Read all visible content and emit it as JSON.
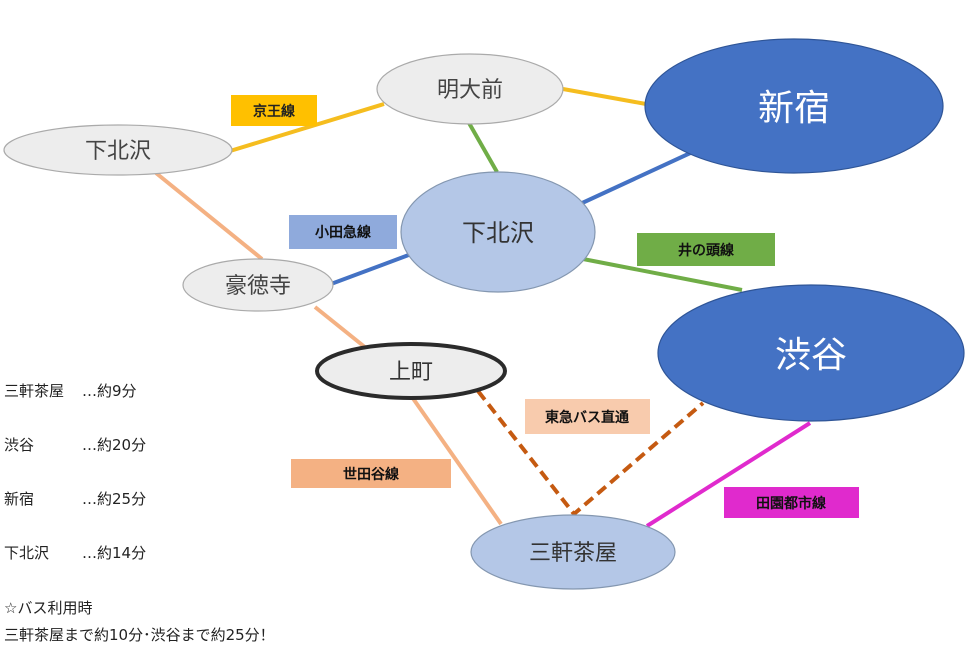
{
  "stations": {
    "shimokitazawa_left": "下北沢",
    "meidaimae": "明大前",
    "shinjuku": "新宿",
    "shimokitazawa_center": "下北沢",
    "gotokuji": "豪徳寺",
    "shibuya": "渋谷",
    "kamimachi": "上町",
    "sangenjaya": "三軒茶屋"
  },
  "lines": {
    "keio": "京王線",
    "odakyu": "小田急線",
    "inokashira": "井の頭線",
    "tokyu_bus": "東急バス直通",
    "setagaya": "世田谷線",
    "denentoshi": "田園都市線"
  },
  "colors": {
    "keio": "#F5BD1F",
    "odakyu": "#4472C4",
    "inokashira": "#70AD47",
    "setagaya": "#F4B183",
    "bus": "#C55A11",
    "denentoshi": "#E02ACD",
    "major_station": "#4472C4",
    "minor_station": "#B4C7E7",
    "gray_station": "#EDEDED"
  },
  "travel_times": [
    {
      "station": "三軒茶屋",
      "time": "…約9分"
    },
    {
      "station": "渋谷",
      "time": "…約20分"
    },
    {
      "station": "新宿",
      "time": "…約25分"
    },
    {
      "station": "下北沢",
      "time": "…約14分"
    }
  ],
  "bus_note": {
    "title": "☆バス利用時",
    "detail": "三軒茶屋まで約10分･渋谷まで約25分！"
  }
}
